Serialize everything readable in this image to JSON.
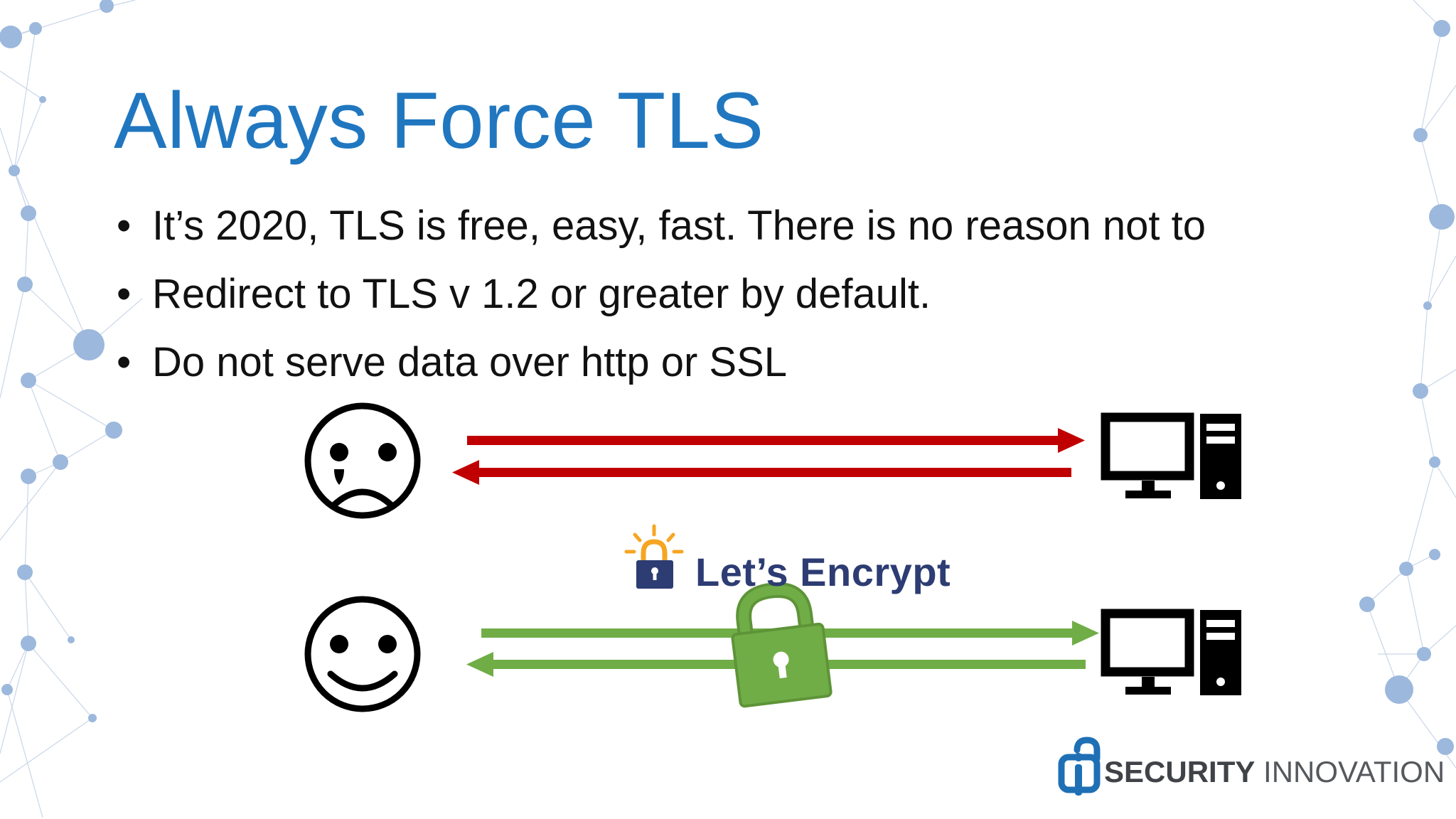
{
  "slide": {
    "title": "Always Force TLS",
    "bullets": [
      "It’s 2020, TLS is free, easy, fast. There is no reason not to",
      "Redirect to TLS v 1.2 or greater by default.",
      "Do not serve data over http or SSL"
    ],
    "bullet_marker": "•"
  },
  "diagram": {
    "insecure": {
      "face": "sad-face-icon",
      "arrow_color": "#C00000",
      "endpoint": "computer-icon"
    },
    "secure": {
      "face": "happy-face-icon",
      "arrow_color": "#70AD47",
      "endpoint": "computer-icon",
      "lock": "padlock-icon"
    },
    "lets_encrypt": {
      "label": "Let’s Encrypt",
      "logo": "lets-encrypt-lock-icon"
    }
  },
  "branding": {
    "company_bold": "SECURITY",
    "company_light": " INNOVATION",
    "logo": "security-innovation-logo"
  },
  "colors": {
    "title": "#2077C0",
    "network": "#9CB8DC",
    "red": "#C00000",
    "green": "#70AD47"
  }
}
